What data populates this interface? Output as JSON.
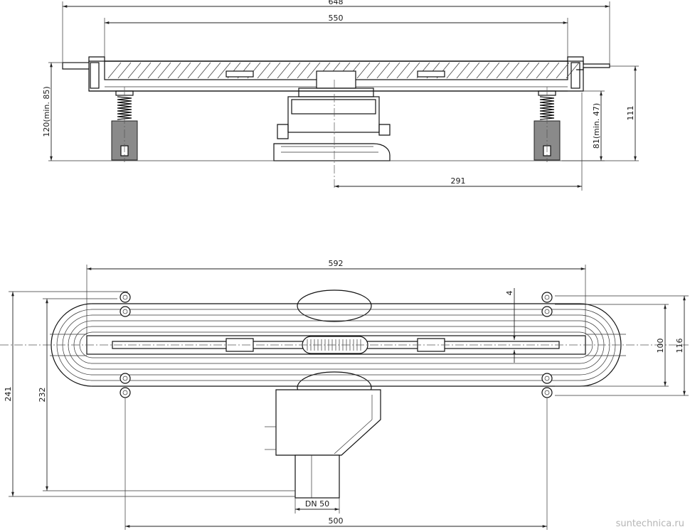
{
  "side_view": {
    "dim_overall_width": "648",
    "dim_grate_length": "550",
    "dim_total_height": "120(min. 85)",
    "dim_leg_height": "81(min. 47)",
    "dim_height_right": "111",
    "dim_outlet_offset": "291"
  },
  "top_view": {
    "dim_length": "592",
    "dim_slot": "4",
    "dim_inner_width": "100",
    "dim_outer_width": "116",
    "dim_width_241": "241",
    "dim_width_232": "232",
    "dim_outlet": "DN 50",
    "dim_mount_spacing": "500"
  },
  "watermark": "suntechnica.ru"
}
